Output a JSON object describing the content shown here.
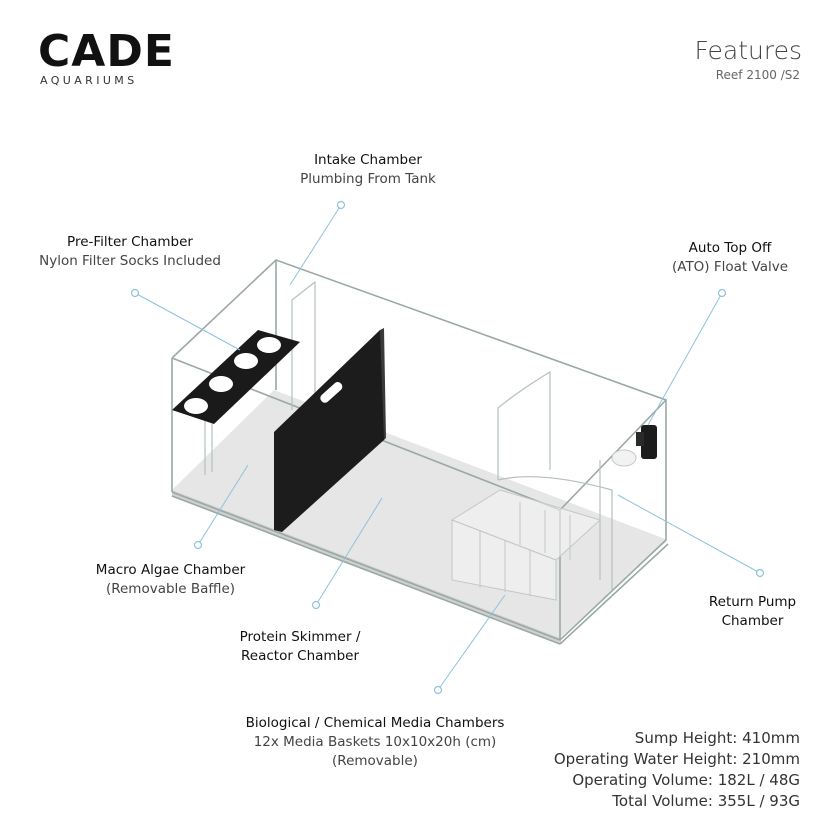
{
  "brand": {
    "name": "CADE",
    "subtitle": "AQUARIUMS"
  },
  "header": {
    "title": "Features",
    "model": "Reef 2100 /S2"
  },
  "labels": {
    "intake": {
      "title": "Intake Chamber",
      "sub": "Plumbing From Tank"
    },
    "prefilter": {
      "title": "Pre-Filter Chamber",
      "sub": "Nylon Filter Socks Included"
    },
    "ato": {
      "title": "Auto Top Off",
      "sub": "(ATO) Float Valve"
    },
    "macro": {
      "title": "Macro Algae Chamber",
      "sub": "(Removable Baffle)"
    },
    "return": {
      "title": "Return Pump",
      "sub": "Chamber"
    },
    "skimmer": {
      "title": "Protein Skimmer /",
      "sub": "Reactor Chamber"
    },
    "bio": {
      "title": "Biological / Chemical Media Chambers",
      "sub": "12x Media Baskets 10x10x20h (cm)",
      "sub2": "(Removable)"
    }
  },
  "specs": [
    "Sump Height: 410mm",
    "Operating Water Height: 210mm",
    "Operating Volume: 182L / 48G",
    "Total Volume: 355L / 93G"
  ],
  "colors": {
    "leader": "#8ec3dc",
    "glass": "#9aa9a4",
    "floor": "#e4e4e4",
    "baffle": "#1a1a1a"
  }
}
